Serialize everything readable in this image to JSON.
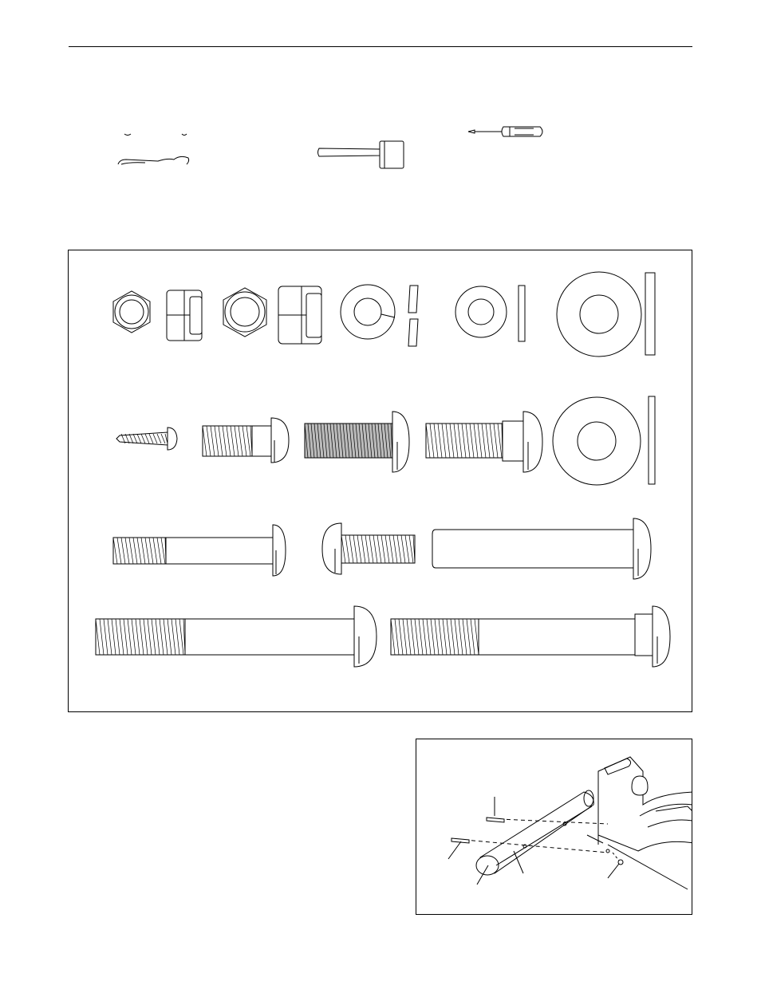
{
  "page": {
    "tools": [
      {
        "id": "wrench",
        "icon": "adjustable-wrench-icon"
      },
      {
        "id": "mallet",
        "icon": "rubber-mallet-icon"
      },
      {
        "id": "screwdriver",
        "icon": "phillips-screwdriver-icon"
      }
    ],
    "parts_chart": {
      "rows": [
        [
          "hex-nut-small",
          "nylon-locknut-small",
          "hex-nut-large",
          "nylon-locknut-large",
          "split-washer",
          "flat-washer-small",
          "flat-washer-large"
        ],
        [
          "screw",
          "bolt-short",
          "bolt-medium",
          "carriage-bolt",
          "washer-large"
        ],
        [
          "bolt-partial-thread",
          "bolt-full-thread",
          "axle-bolt"
        ],
        [
          "bolt-long",
          "carriage-bolt-long"
        ]
      ]
    },
    "assembly_figure": {
      "icon": "assembly-diagram-icon"
    }
  }
}
